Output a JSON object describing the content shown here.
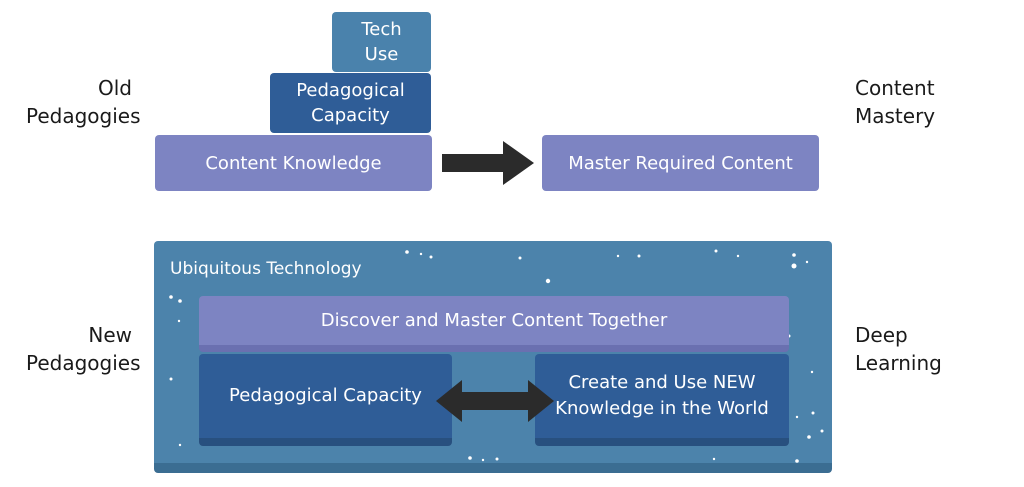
{
  "labels": {
    "old_line1": "Old",
    "old_line2": "Pedagogies",
    "new_line1": "New",
    "new_line2": "Pedagogies",
    "mastery_line1": "Content",
    "mastery_line2": "Mastery",
    "deep_line1": "Deep",
    "deep_line2": "Learning"
  },
  "top_stack": {
    "tech_line1": "Tech",
    "tech_line2": "Use",
    "pedagogical_line1": "Pedagogical",
    "pedagogical_line2": "Capacity",
    "content_knowledge": "Content Knowledge"
  },
  "top_result": "Master Required Content",
  "bottom": {
    "ubiquitous": "Ubiquitous Technology",
    "discover": "Discover and Master Content Together",
    "pedagogical": "Pedagogical Capacity",
    "create_line1": "Create and Use NEW",
    "create_line2": "Knowledge in the World"
  },
  "colors": {
    "light_blue": "#4a82ac",
    "dark_blue": "#2f5d97",
    "lavender": "#7d84c2",
    "arrow": "#2b2b2b"
  }
}
